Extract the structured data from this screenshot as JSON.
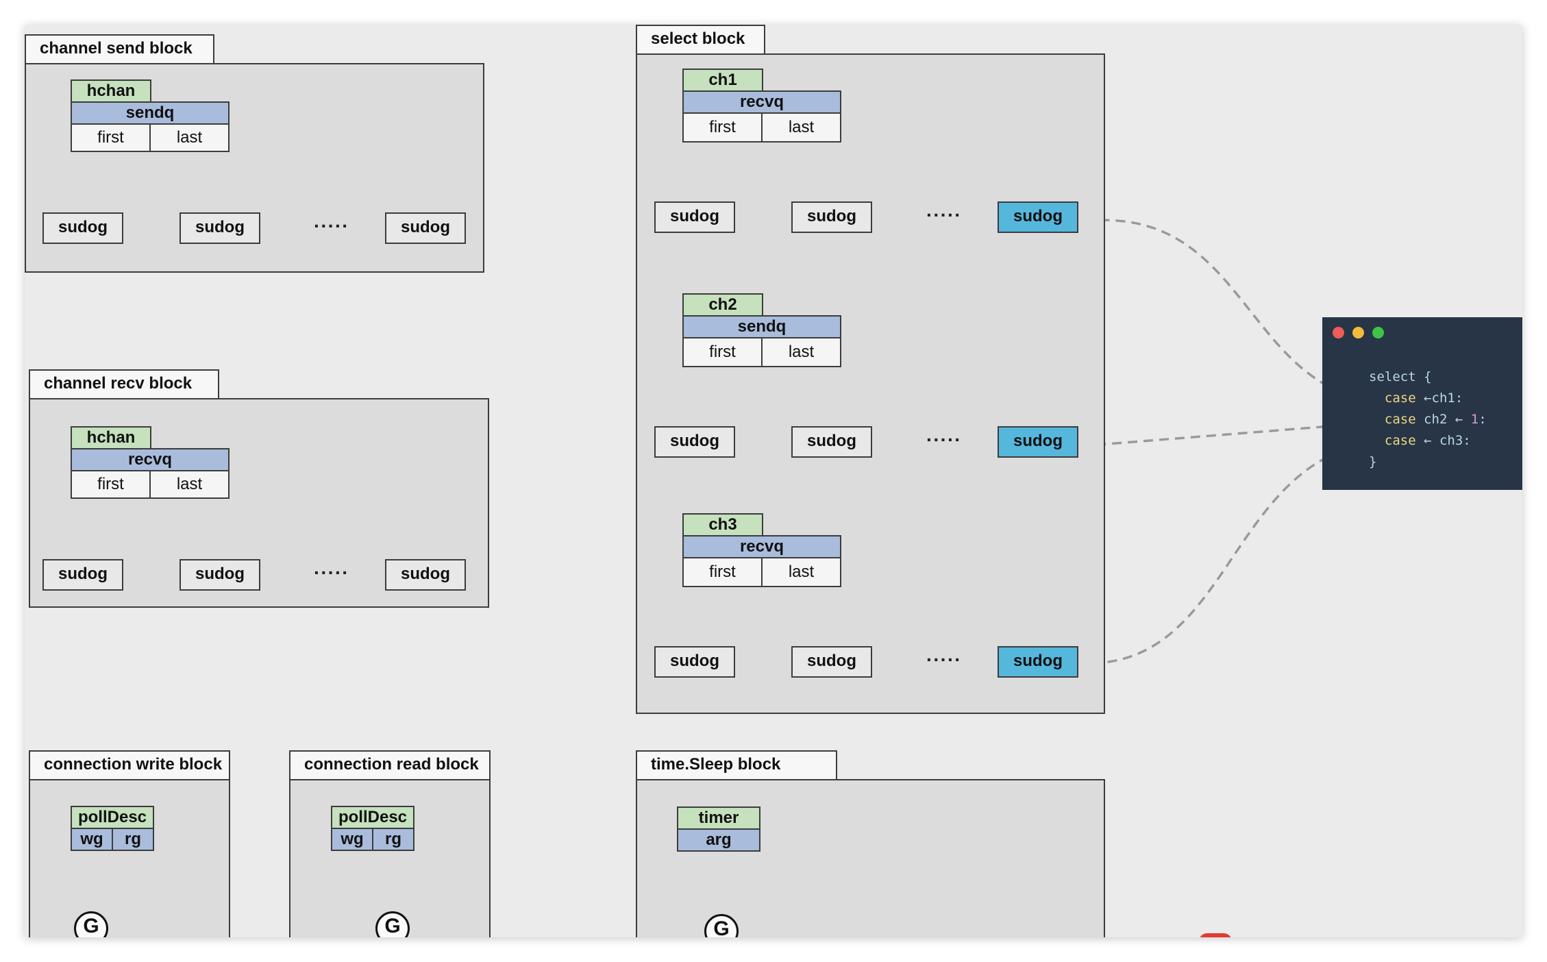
{
  "blocks": {
    "channel_send": {
      "title": "channel send block",
      "struct": {
        "name": "hchan",
        "queue": "sendq",
        "first": "first",
        "last": "last"
      },
      "nodes": [
        "sudog",
        "sudog",
        "sudog"
      ]
    },
    "channel_recv": {
      "title": "channel recv block",
      "struct": {
        "name": "hchan",
        "queue": "recvq",
        "first": "first",
        "last": "last"
      },
      "nodes": [
        "sudog",
        "sudog",
        "sudog"
      ]
    },
    "select": {
      "title": "select block",
      "channels": [
        {
          "name": "ch1",
          "queue": "recvq",
          "first": "first",
          "last": "last",
          "nodes": [
            "sudog",
            "sudog",
            "sudog"
          ]
        },
        {
          "name": "ch2",
          "queue": "sendq",
          "first": "first",
          "last": "last",
          "nodes": [
            "sudog",
            "sudog",
            "sudog"
          ]
        },
        {
          "name": "ch3",
          "queue": "recvq",
          "first": "first",
          "last": "last",
          "nodes": [
            "sudog",
            "sudog",
            "sudog"
          ]
        }
      ]
    },
    "connection_write": {
      "title": "connection write block",
      "struct": {
        "name": "pollDesc",
        "f1": "wg",
        "f2": "rg"
      },
      "goroutine": "G"
    },
    "connection_read": {
      "title": "connection read block",
      "struct": {
        "name": "pollDesc",
        "f1": "wg",
        "f2": "rg"
      },
      "goroutine": "G"
    },
    "time_sleep": {
      "title": "time.Sleep block",
      "struct": {
        "name": "timer",
        "field": "arg"
      },
      "goroutine": "G"
    }
  },
  "ellipsis": "·····",
  "code_window": {
    "lines": {
      "l1": "select {",
      "l2_kw": "case",
      "l2_rest": " ←ch1:",
      "l3_kw": "case",
      "l3_a": " ch2 ← ",
      "l3_num": "1",
      "l3_b": ":",
      "l4_kw": "case",
      "l4_rest": " ← ch3:",
      "l5": "}"
    }
  },
  "colors": {
    "canvas": "#ebebeb",
    "panel": "#dcdcdc",
    "struct_header": "#c5e1bd",
    "queue_header": "#a9bcdc",
    "highlighted_sudog": "#56b7dc",
    "code_bg": "#283547",
    "mac_red": "#ee5d57",
    "mac_yellow": "#f3bb3b",
    "mac_green": "#3fc446"
  }
}
